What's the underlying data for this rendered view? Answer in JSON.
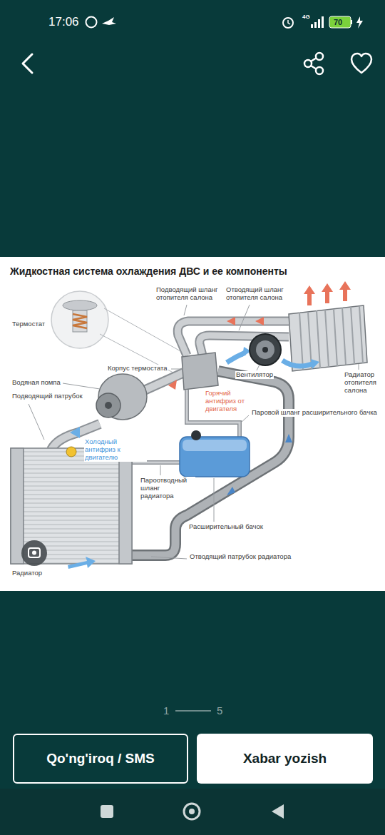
{
  "diagram": {
    "title": "Жидкостная система охлаждения ДВС и ее компоненты",
    "nodes": [
      {
        "text": [
          "Qo'ng'iroq / SMS"
        ]
      },
      {
        "text": [
          "Xabar yozish"
        ]
      }
    ],
    "labels": [
      "17:06",
      "4G",
      "70",
      "Термостат",
      "Подводящий шланг отопителя салона",
      "Отводящий шланг отопителя салона",
      "Корпус термостата",
      "Водяная помпа",
      "Вентилятор",
      "Радиатор отопителя салона",
      "Подводящий патрубок",
      "Горячий антифриз от двигателя",
      "Паровой шланг расширительного бачка",
      "Холодный антифриз к двигателю",
      "Пароотводный шланг радиатора",
      "Расширительный бачок",
      "Отводящий патрубок радиатора",
      "Радиатор",
      "1",
      "5"
    ]
  }
}
